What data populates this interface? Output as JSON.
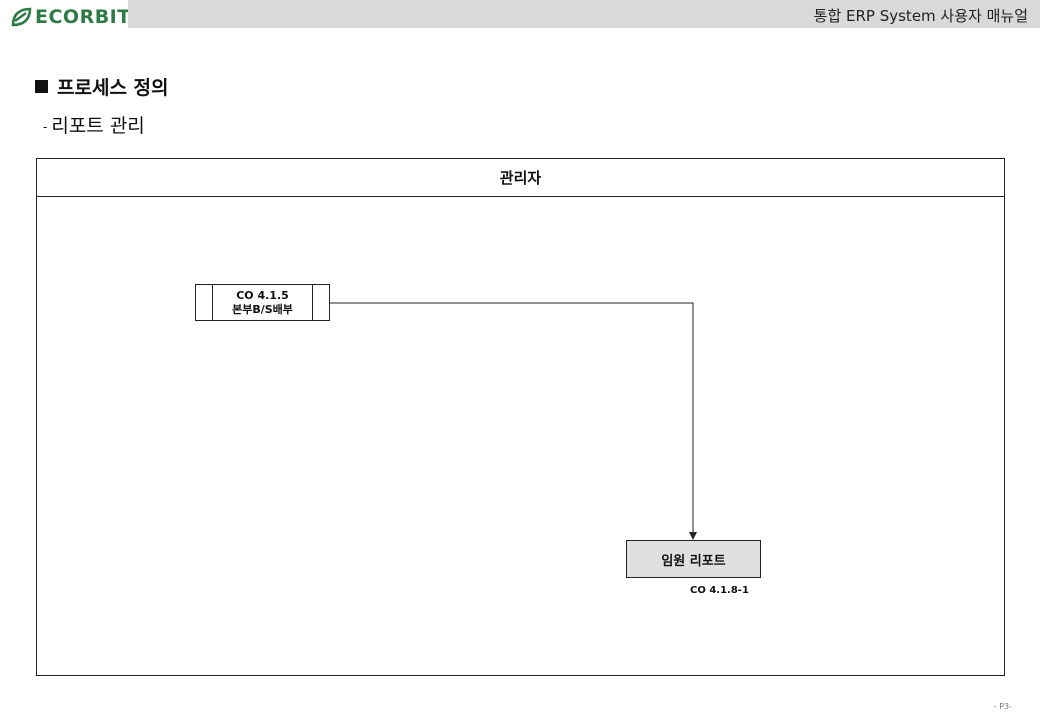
{
  "header": {
    "logo_text": "ECORBIT",
    "title": "통합 ERP System 사용자 매뉴얼"
  },
  "section": {
    "heading": "프로세스 정의",
    "subheading_dash": "-",
    "subheading": "리포트 관리"
  },
  "swimlane": {
    "role": "관리자"
  },
  "nodes": {
    "source": {
      "code": "CO 4.1.5",
      "label": "본부B/S배부"
    },
    "report": {
      "label": "임원 리포트",
      "code": "CO 4.1.8-1"
    }
  },
  "footer": {
    "page_number": "- P3-"
  },
  "colors": {
    "brand_green": "#2d7a45",
    "header_bar": "#d9d9d9",
    "report_fill": "#e0e0e0"
  },
  "icons": {
    "logo": "ecorbit-leaf-logo-icon",
    "bullet": "square-bullet-icon",
    "arrow": "arrow-down-icon"
  }
}
